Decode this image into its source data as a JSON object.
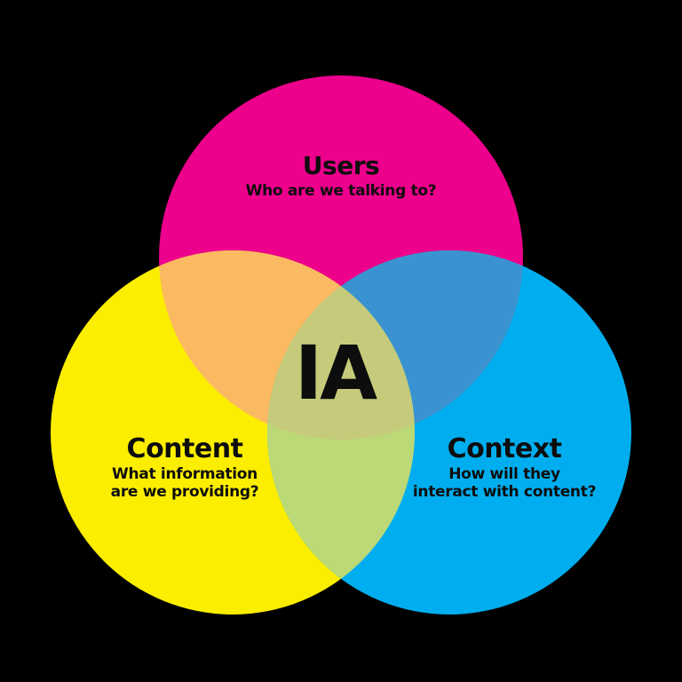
{
  "diagram": {
    "type": "venn",
    "center_label": "IA",
    "text_color": "#0d0d0d",
    "background_color": "#000000",
    "circles": {
      "users": {
        "label": "Users",
        "question": "Who are we talking to?",
        "color": "#EC008C"
      },
      "content": {
        "label": "Content",
        "question_line1": "What information",
        "question_line2": "are we providing?",
        "color": "#FCEE00"
      },
      "context": {
        "label": "Context",
        "question_line1": "How will they",
        "question_line2": "interact with content?",
        "color": "#00AEEF"
      }
    },
    "overlap_colors": {
      "users_content": "#FBBA61",
      "users_context": "#3A93D0",
      "content_context": "#BCD977",
      "center": "#C5CB7A"
    }
  }
}
